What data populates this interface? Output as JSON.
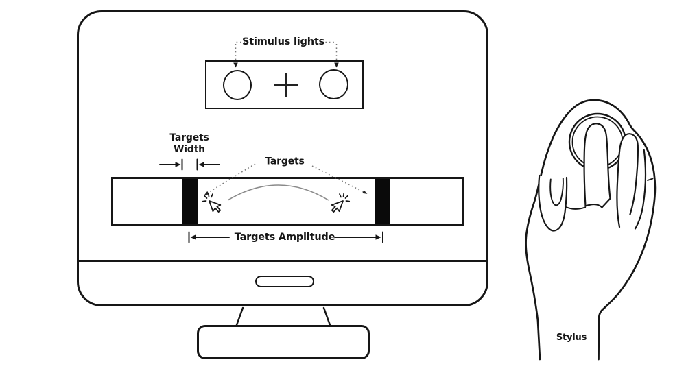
{
  "labels": {
    "stimulus_lights": "Stimulus lights",
    "targets_width": "Targets\nWidth",
    "targets": "Targets",
    "targets_amplitude": "Targets Amplitude",
    "stylus": "Stylus"
  },
  "colors": {
    "line": "#161616",
    "target_fill": "#0a0a0a",
    "leader_dotted": "#777777",
    "motion_arc": "#8a8a8a",
    "background": "#ffffff"
  },
  "icons": {
    "fixation_cross": "+",
    "click_cursor_left": "pointer-with-click-sparks",
    "click_cursor_right": "pointer-with-click-sparks",
    "measure_arrows": "double-headed-dimension-arrows",
    "leader_arrowheads": "small-filled-arrowheads"
  }
}
